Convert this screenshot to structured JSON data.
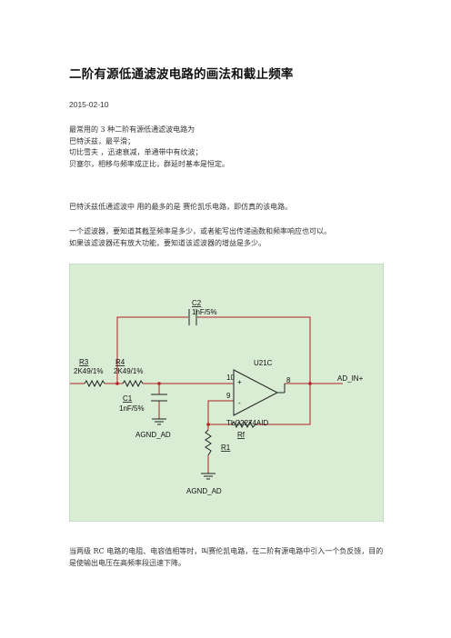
{
  "article": {
    "title": "二阶有源低通滤波电路的画法和截止频率",
    "date": "2015-02-10",
    "intro_lines": [
      "最常用的 3 种二阶有源低通滤波电路为",
      "巴特沃兹，最平滑；",
      "切比雪夫 ，迅速衰减，单通带中有纹波；",
      "贝塞尔，相移与频率成正比，群延时基本是恒定。"
    ],
    "para2": "巴特沃兹低通滤波中 用的最多的是 赛伦凯乐电路，即仿真的该电路。",
    "para3_lines": [
      "一个滤波器，要知道其截至频率是多少，或者能写出传递函数和频率响应也可以。",
      "如果该滤波器还有放大功能，要知道该滤波器的增益是多少。"
    ],
    "para4": "当两级 RC 电路的电阻、电容值相等时，叫赛伦凯电路，在二阶有源电路中引入一个负反馈，目的是使输出电压在高频率段迅速下降。"
  },
  "schematic": {
    "c2_name": "C2",
    "c2_value": "1nF/5%",
    "r3_name": "R3",
    "r3_value": "2K49/1%",
    "r4_name": "R4",
    "r4_value": "2K49/1%",
    "c1_name": "C1",
    "c1_value": "1nF/5%",
    "agnd_top": "AGND_AD",
    "agnd_bottom": "AGND_AD",
    "u_name": "U21C",
    "u_part": "TLC2274AID",
    "pin_plus": "10",
    "pin_minus": "9",
    "pin_out": "8",
    "r1_name": "R1",
    "rf_name": "Rf",
    "net_out": "AD_IN+",
    "plus_sign": "+",
    "minus_sign": "-",
    "colors": {
      "background": "#d9ecd4",
      "wire": "#b22222",
      "component": "#222222"
    }
  }
}
